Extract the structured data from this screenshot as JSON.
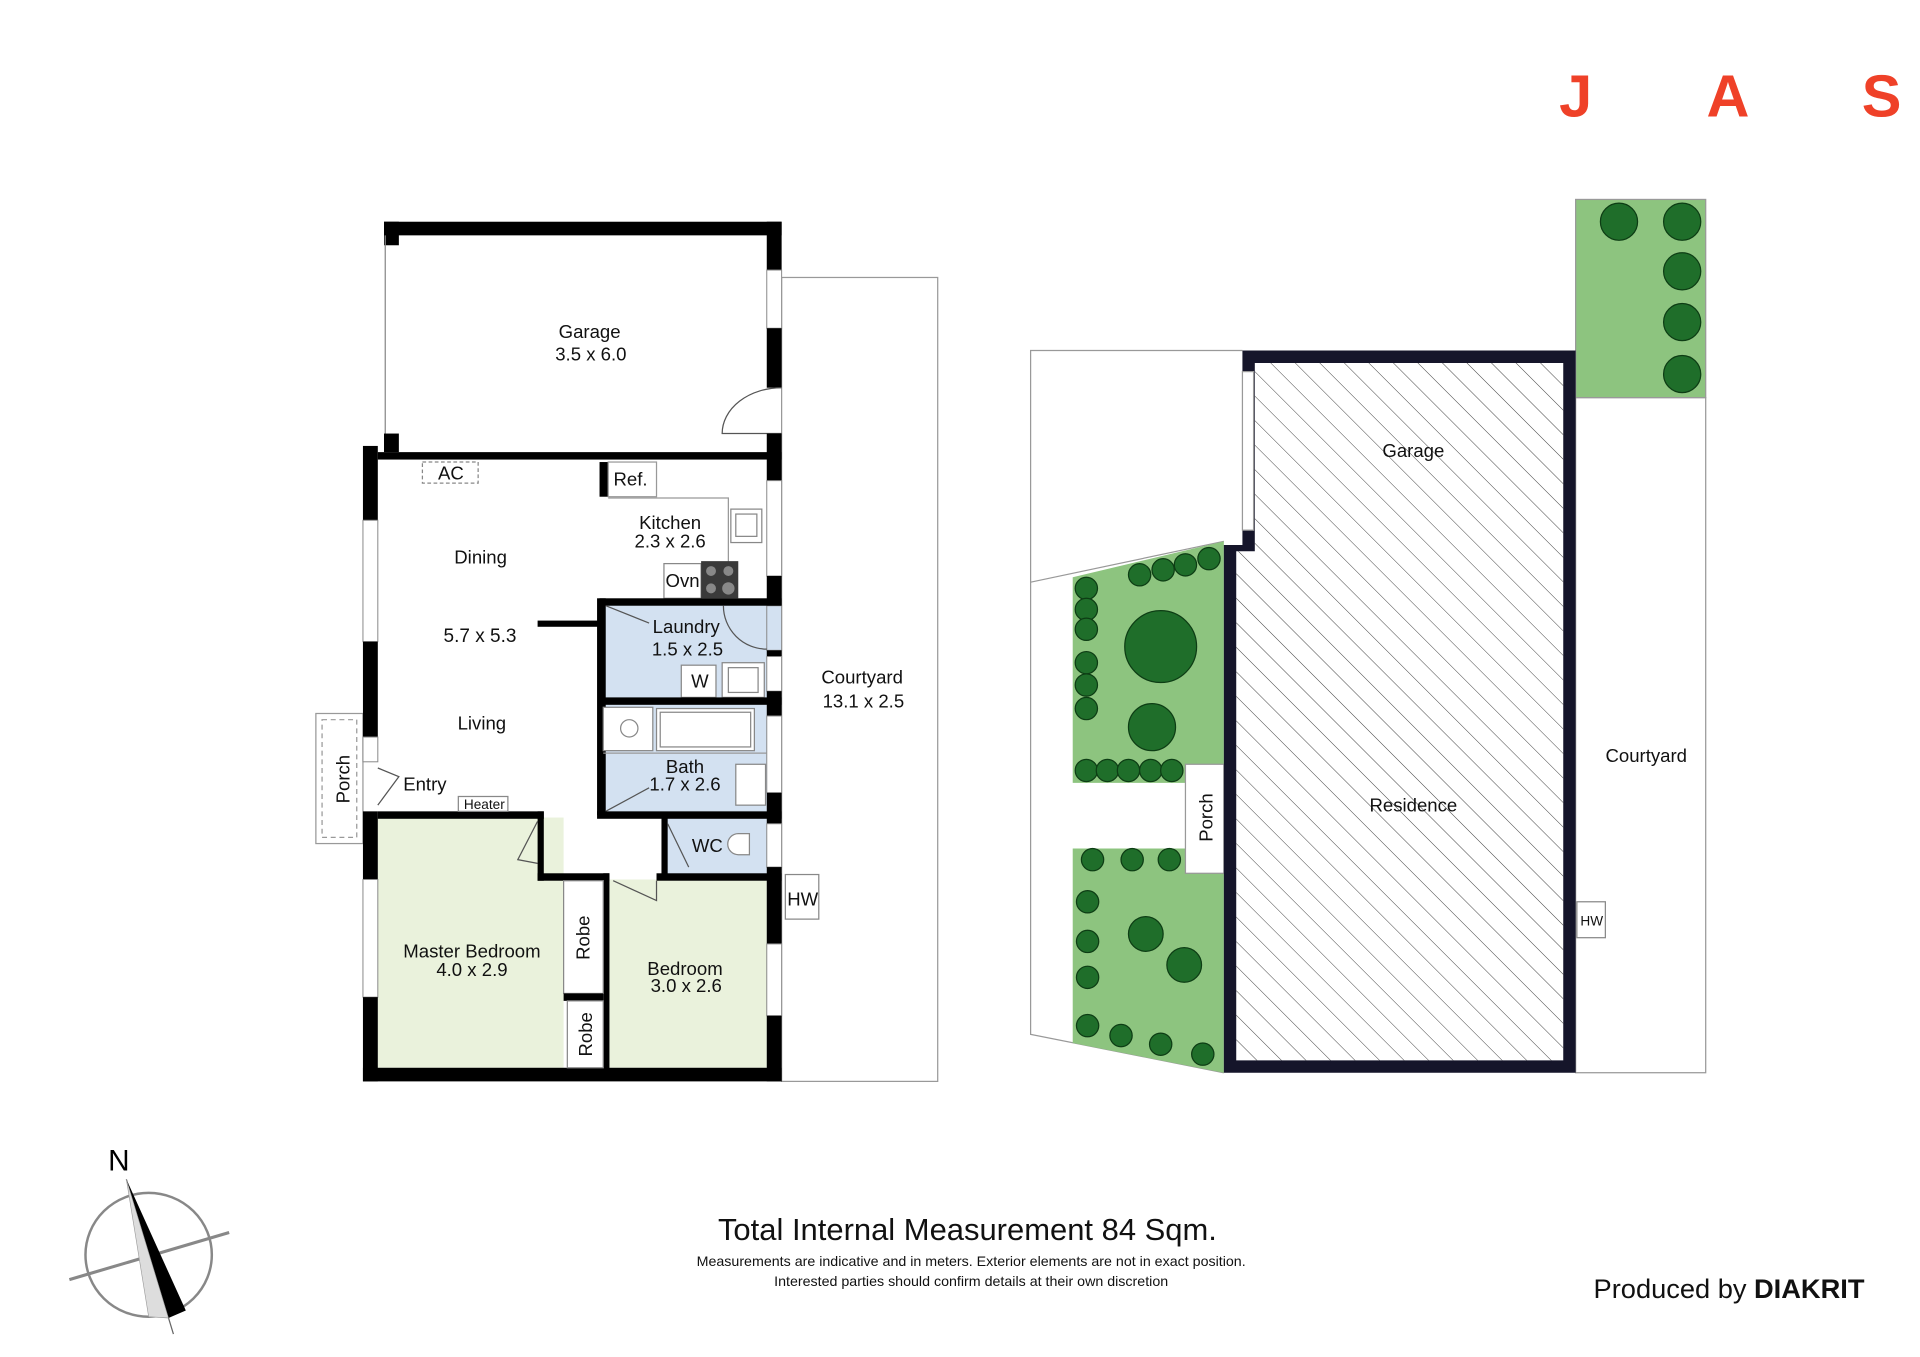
{
  "brand": {
    "logo_letters": [
      "J",
      "A",
      "S"
    ],
    "logo_color": "#ef4128"
  },
  "floor_plan": {
    "rooms": {
      "garage": {
        "name": "Garage",
        "size": "3.5 x 6.0"
      },
      "dining": {
        "name": "Dining"
      },
      "living_size": "5.7 x 5.3",
      "living": {
        "name": "Living"
      },
      "kitchen": {
        "name": "Kitchen",
        "size": "2.3 x 2.6"
      },
      "laundry": {
        "name": "Laundry",
        "size": "1.5 x 2.5"
      },
      "bath": {
        "name": "Bath",
        "size": "1.7 x 2.6"
      },
      "wc": {
        "name": "WC"
      },
      "master_bedroom": {
        "name": "Master Bedroom",
        "size": "4.0 x 2.9"
      },
      "bedroom": {
        "name": "Bedroom",
        "size": "3.0 x 2.6"
      },
      "courtyard": {
        "name": "Courtyard",
        "size": "13.1 x 2.5"
      },
      "entry": {
        "name": "Entry"
      },
      "porch": {
        "name": "Porch"
      }
    },
    "fixtures": {
      "ac": "AC",
      "ref": "Ref.",
      "oven": "Ovn",
      "washer": "W",
      "heater": "Heater",
      "robe": "Robe",
      "hw": "HW"
    }
  },
  "site_plan": {
    "garage": "Garage",
    "residence": "Residence",
    "courtyard": "Courtyard",
    "porch": "Porch",
    "hw": "HW"
  },
  "compass": {
    "north_label": "N"
  },
  "footer": {
    "title": "Total Internal Measurement 84 Sqm.",
    "disclaimer_1": "Measurements are indicative and in meters. Exterior elements are not in exact position.",
    "disclaimer_2": "Interested parties should confirm details at their own discretion",
    "produced_by": "Produced by",
    "producer": "DIAKRIT"
  },
  "colors": {
    "wet_area": "#d3e1f1",
    "bedroom": "#eaf2dc",
    "garden": "#8dc47f",
    "tree": "#1f6e2a"
  }
}
